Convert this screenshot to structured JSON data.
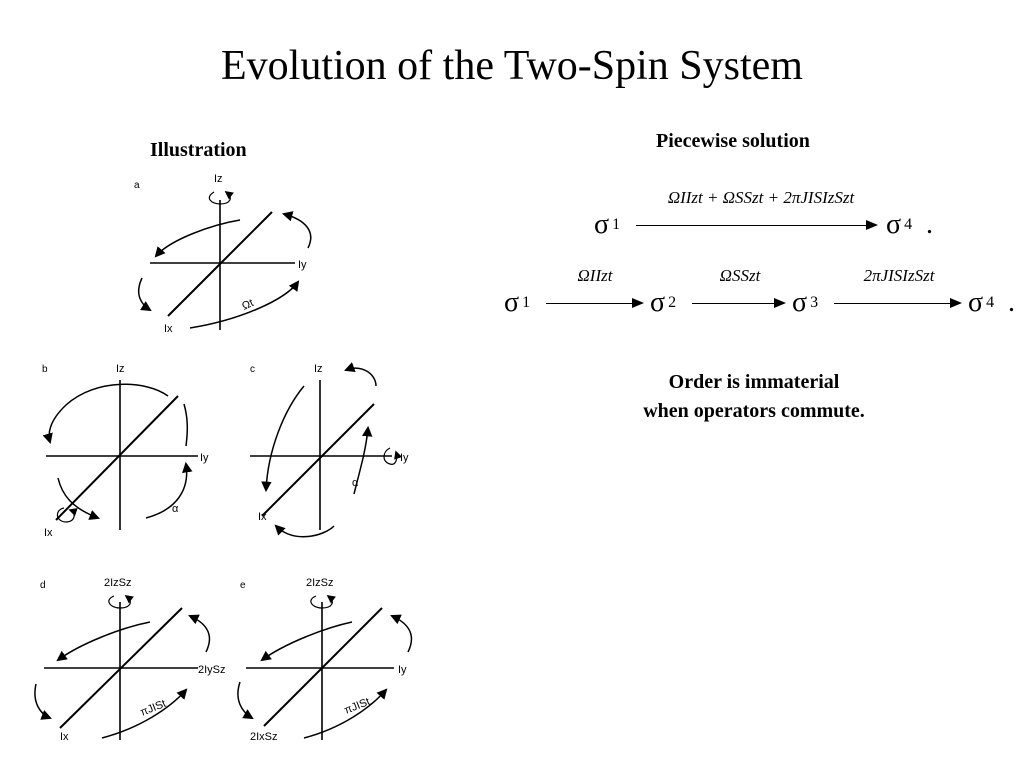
{
  "slide": {
    "title": "Evolution of the Two-Spin System"
  },
  "illustration": {
    "heading": "Illustration",
    "panels": [
      {
        "letter": "a",
        "axis_top": "Iz",
        "axis_right": "Iy",
        "axis_diag": "Ix",
        "rotation_label": "Ωt"
      },
      {
        "letter": "b",
        "axis_top": "Iz",
        "axis_right": "Iy",
        "axis_diag": "Ix",
        "rotation_label": "α"
      },
      {
        "letter": "c",
        "axis_top": "Iz",
        "axis_right": "Iy",
        "axis_diag": "Ix",
        "rotation_label": "α"
      },
      {
        "letter": "d",
        "axis_top": "2IzSz",
        "axis_right": "2IySz",
        "axis_diag": "Ix",
        "rotation_label": "πJISt"
      },
      {
        "letter": "e",
        "axis_top": "2IzSz",
        "axis_right": "Iy",
        "axis_diag": "2IxSz",
        "rotation_label": "πJISt"
      }
    ]
  },
  "solution": {
    "heading": "Piecewise solution",
    "combined": {
      "start": "σ",
      "start_sup": "1",
      "operator": "ΩIIzt + ΩSSzt + 2πJISIzSzt",
      "end": "σ",
      "end_sup": "4",
      "end_punct": "."
    },
    "stepwise": {
      "states": [
        {
          "sym": "σ",
          "sup": "1"
        },
        {
          "sym": "σ",
          "sup": "2"
        },
        {
          "sym": "σ",
          "sup": "3"
        },
        {
          "sym": "σ",
          "sup": "4"
        }
      ],
      "operators": [
        "ΩIIzt",
        "ΩSSzt",
        "2πJISIzSzt"
      ],
      "end_punct": "."
    }
  },
  "note": {
    "line1": "Order is immaterial",
    "line2": "when operators commute."
  }
}
